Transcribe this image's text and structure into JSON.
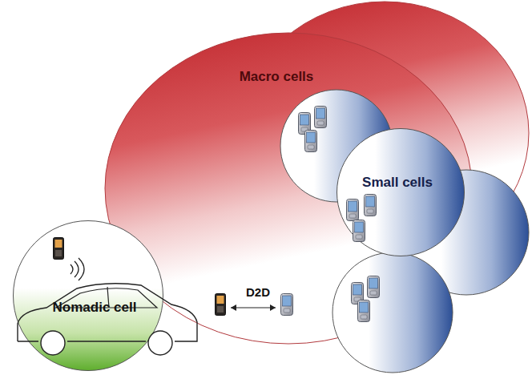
{
  "diagram": {
    "nodes": [
      {
        "text": [
          "Macro cells"
        ]
      },
      {
        "text": [
          "Small cells"
        ]
      },
      {
        "text": [
          "Nomadic cell"
        ]
      }
    ],
    "labels": [
      "D2D"
    ]
  }
}
